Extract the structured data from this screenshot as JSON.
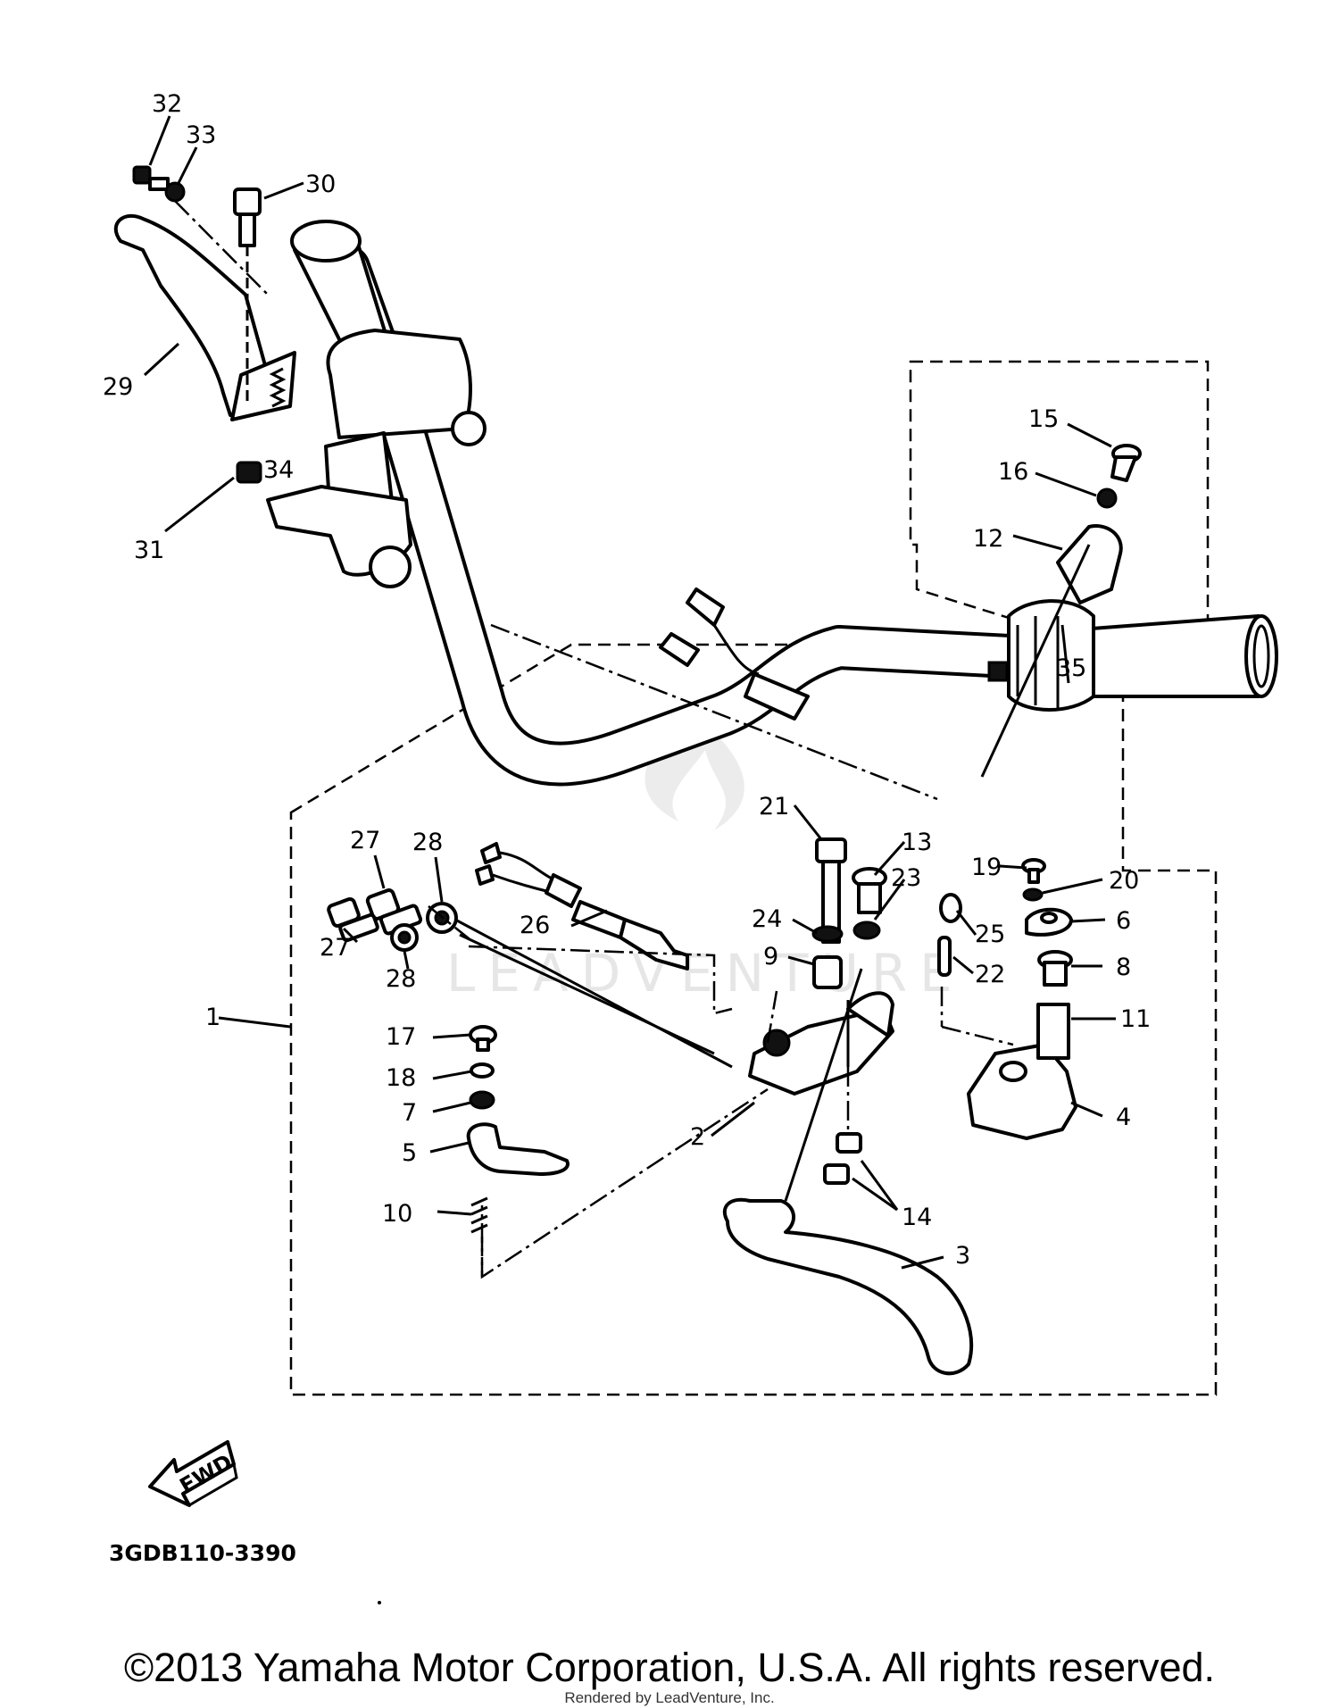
{
  "watermark": "LEADVENTURE",
  "callouts": [
    {
      "id": "32",
      "label": "32"
    },
    {
      "id": "33",
      "label": "33"
    },
    {
      "id": "30",
      "label": "30"
    },
    {
      "id": "29",
      "label": "29"
    },
    {
      "id": "34",
      "label": "34"
    },
    {
      "id": "31",
      "label": "31"
    },
    {
      "id": "15",
      "label": "15"
    },
    {
      "id": "16",
      "label": "16"
    },
    {
      "id": "12",
      "label": "12"
    },
    {
      "id": "35",
      "label": "35"
    },
    {
      "id": "21",
      "label": "21"
    },
    {
      "id": "13",
      "label": "13"
    },
    {
      "id": "23",
      "label": "23"
    },
    {
      "id": "24",
      "label": "24"
    },
    {
      "id": "9",
      "label": "9"
    },
    {
      "id": "19",
      "label": "19"
    },
    {
      "id": "20",
      "label": "20"
    },
    {
      "id": "6",
      "label": "6"
    },
    {
      "id": "25",
      "label": "25"
    },
    {
      "id": "22",
      "label": "22"
    },
    {
      "id": "8",
      "label": "8"
    },
    {
      "id": "11",
      "label": "11"
    },
    {
      "id": "4",
      "label": "4"
    },
    {
      "id": "27a",
      "label": "27"
    },
    {
      "id": "27b",
      "label": "27"
    },
    {
      "id": "28a",
      "label": "28"
    },
    {
      "id": "28b",
      "label": "28"
    },
    {
      "id": "26",
      "label": "26"
    },
    {
      "id": "1",
      "label": "1"
    },
    {
      "id": "17",
      "label": "17"
    },
    {
      "id": "18",
      "label": "18"
    },
    {
      "id": "7",
      "label": "7"
    },
    {
      "id": "5",
      "label": "5"
    },
    {
      "id": "10",
      "label": "10"
    },
    {
      "id": "2",
      "label": "2"
    },
    {
      "id": "14",
      "label": "14"
    },
    {
      "id": "3",
      "label": "3"
    }
  ],
  "fwd_label": "FWD",
  "diagram_code": "3GDB110-3390",
  "copyright": "©2013 Yamaha Motor Corporation, U.S.A. All rights reserved.",
  "rendered_by": "Rendered by LeadVenture, Inc."
}
